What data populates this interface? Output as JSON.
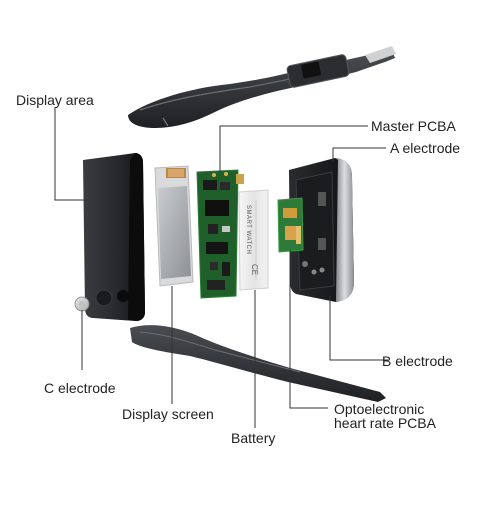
{
  "labels": {
    "display_area": "Display area",
    "master_pcba": "Master PCBA",
    "a_electrode": "A  electrode",
    "b_electrode": "B  electrode",
    "c_electrode": "C  electrode",
    "display_screen": "Display screen",
    "battery": "Battery",
    "opto_pcba": "Optoelectronic\nheart rate PCBA"
  },
  "battery_print": {
    "brand": "SMART WATCH",
    "symbols": "CE"
  }
}
